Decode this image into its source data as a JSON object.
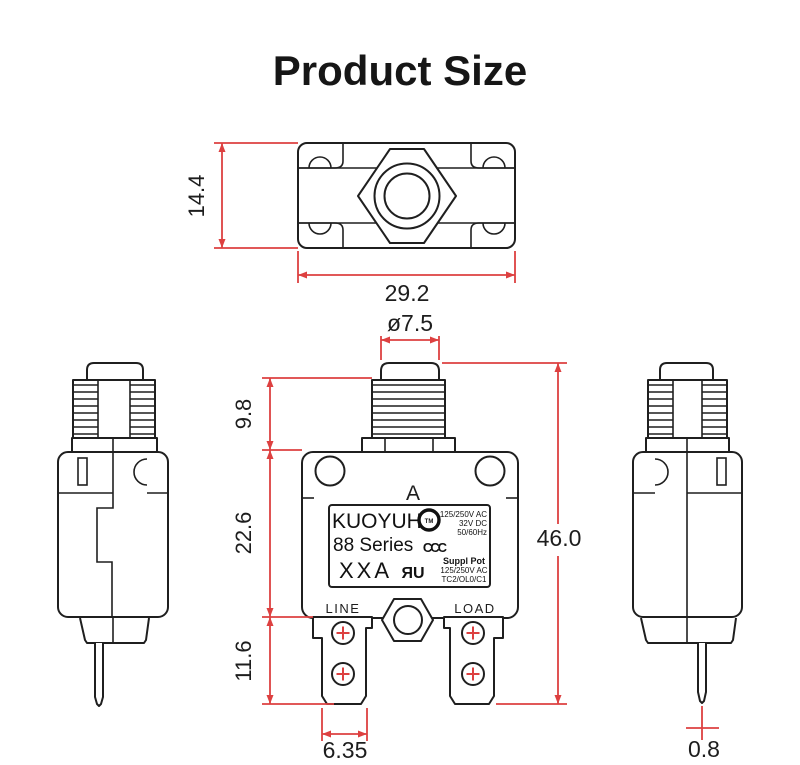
{
  "title": "Product Size",
  "colors": {
    "outline": "#1f1f1f",
    "dimension": "#dd4040",
    "background": "#ffffff"
  },
  "top_view": {
    "height": "14.4",
    "width": "29.2"
  },
  "front_view": {
    "button_diameter": "ø7.5",
    "button_height": "9.8",
    "body_height": "22.6",
    "terminal_height": "11.6",
    "overall_height": "46.0",
    "terminal_width": "6.35",
    "position_mark": "A",
    "terminal_line": "LINE",
    "terminal_load": "LOAD",
    "nameplate": {
      "brand": "KUOYUH",
      "trademark": "TM",
      "series": "88 Series",
      "ccc_mark": "CCC",
      "ratings": [
        "125/250V AC",
        "32V DC",
        "50/60Hz"
      ],
      "current_rating": "XXA",
      "ul_mark": "ЯU",
      "approval": [
        "Suppl Pot",
        "125/250V AC",
        "TC2/OL0/C1"
      ]
    }
  },
  "right_view": {
    "pin_thickness": "0.8"
  }
}
